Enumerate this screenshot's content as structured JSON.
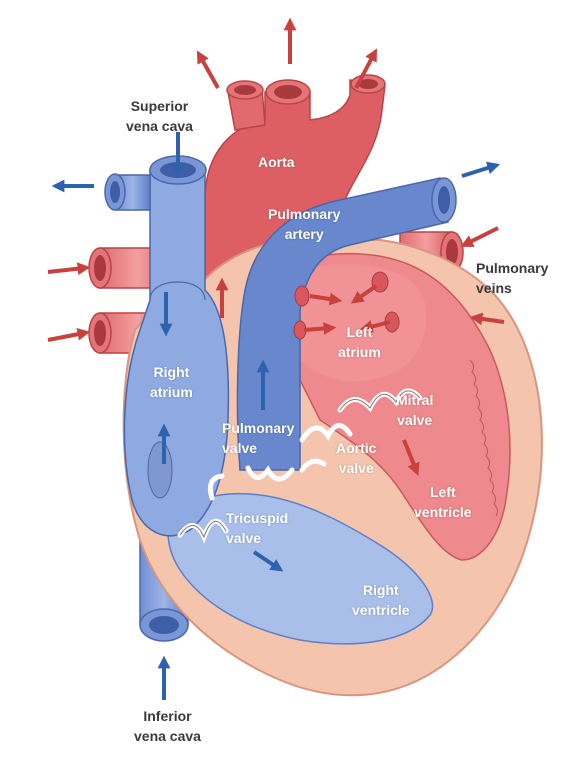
{
  "labels": {
    "superior_vena_cava": [
      "Superior",
      "vena cava"
    ],
    "aorta": "Aorta",
    "pulmonary_artery": [
      "Pulmonary",
      "artery"
    ],
    "pulmonary_veins": [
      "Pulmonary",
      "veins"
    ],
    "right_atrium": [
      "Right",
      "atrium"
    ],
    "left_atrium": [
      "Left",
      "atrium"
    ],
    "mitral_valve": [
      "Mitral",
      "valve"
    ],
    "pulmonary_valve": [
      "Pulmonary",
      "valve"
    ],
    "aortic_valve": [
      "Aortic",
      "valve"
    ],
    "left_ventricle": [
      "Left",
      "ventricle"
    ],
    "tricuspid_valve": [
      "Tricuspid",
      "valve"
    ],
    "right_ventricle": [
      "Right",
      "ventricle"
    ],
    "inferior_vena_cava": [
      "Inferior",
      "vena cava"
    ]
  },
  "colors": {
    "oxygenated": "#d9575c",
    "oxygenated_light": "#ee8a8d",
    "deoxygenated": "#5b7fc9",
    "deoxygenated_light": "#a9bfea",
    "muscle": "#f4c4ad",
    "muscle_outline": "#d9957d",
    "arrow_red": "#c8413c",
    "arrow_blue": "#2f62ad",
    "valve": "#ffffff"
  }
}
